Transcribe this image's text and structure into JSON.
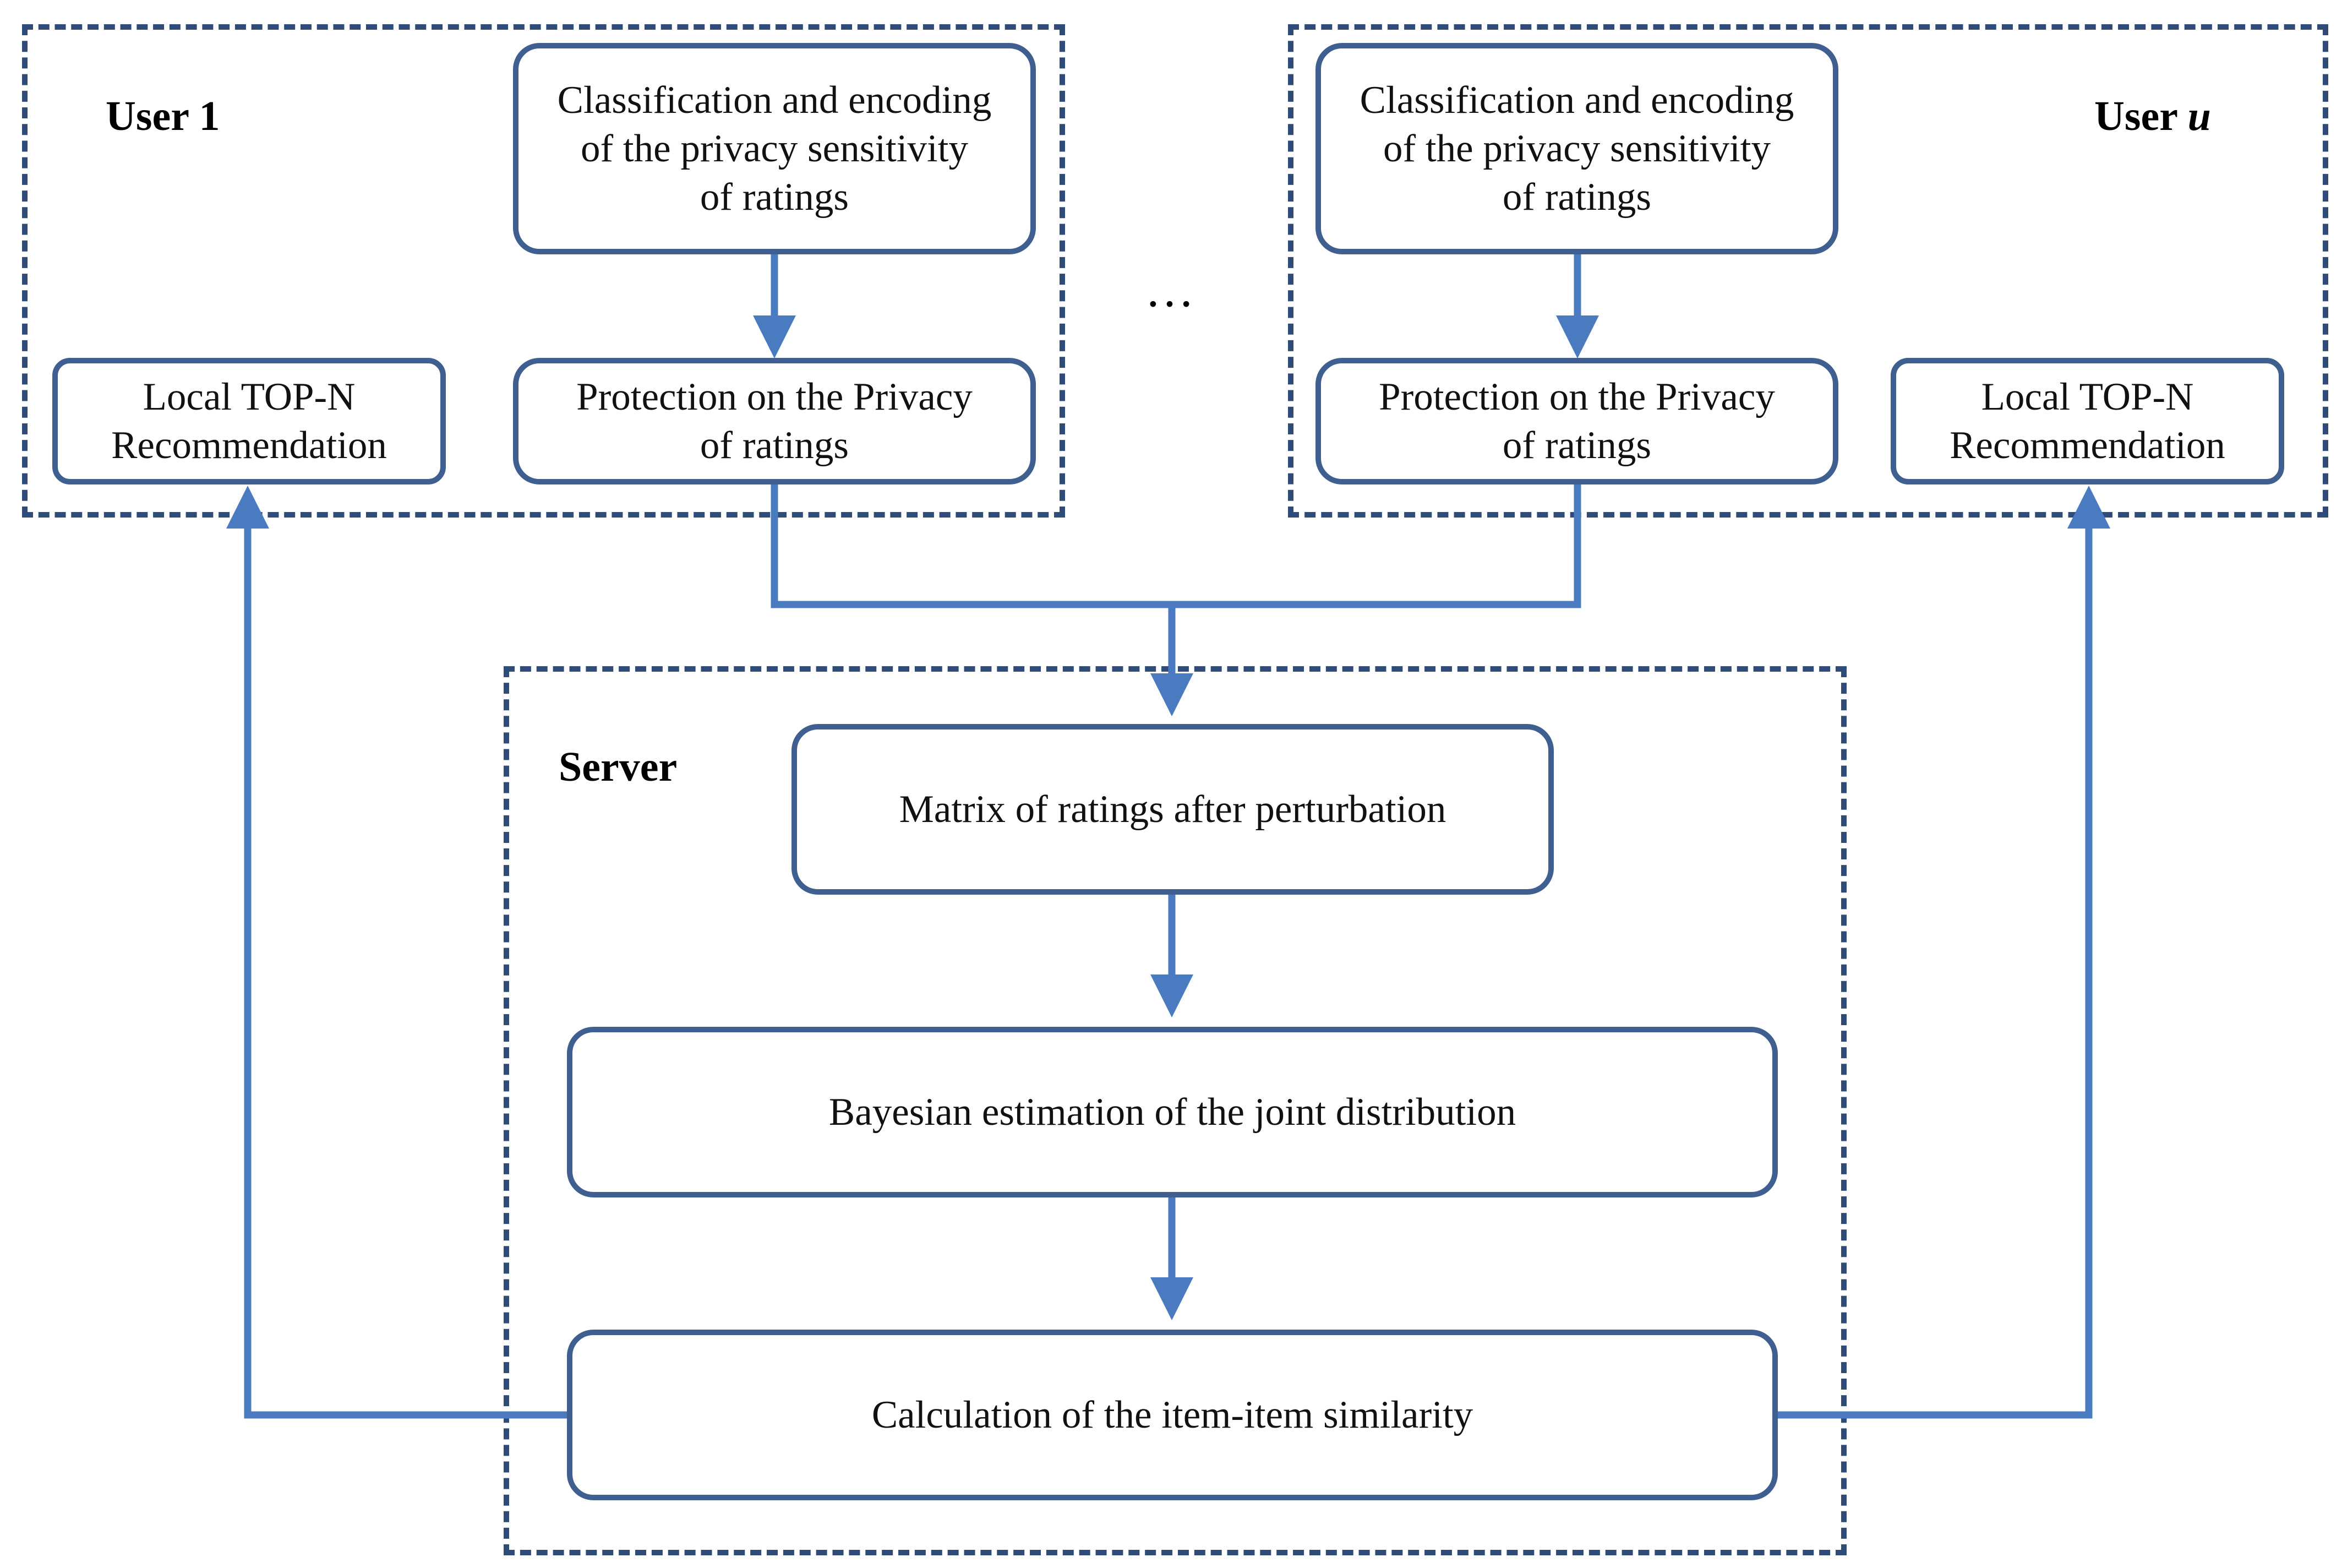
{
  "user1": {
    "label": "User 1",
    "classification": "Classification and encoding\nof the privacy sensitivity\nof ratings",
    "protection": "Protection on the Privacy\nof ratings",
    "topn": "Local TOP-N\nRecommendation"
  },
  "userU": {
    "label_prefix": "User ",
    "label_var": "u",
    "classification": "Classification and encoding\nof the privacy sensitivity\nof ratings",
    "protection": "Protection on the Privacy\nof ratings",
    "topn": "Local TOP-N\nRecommendation"
  },
  "ellipsis": "…",
  "server": {
    "label": "Server",
    "matrix": "Matrix of ratings after perturbation",
    "bayesian": "Bayesian estimation of the joint distribution",
    "similarity": "Calculation of the item-item similarity"
  },
  "colors": {
    "arrow": "#4a7ac0",
    "box_border": "#3f5f90",
    "region_border": "#2f4b78"
  }
}
